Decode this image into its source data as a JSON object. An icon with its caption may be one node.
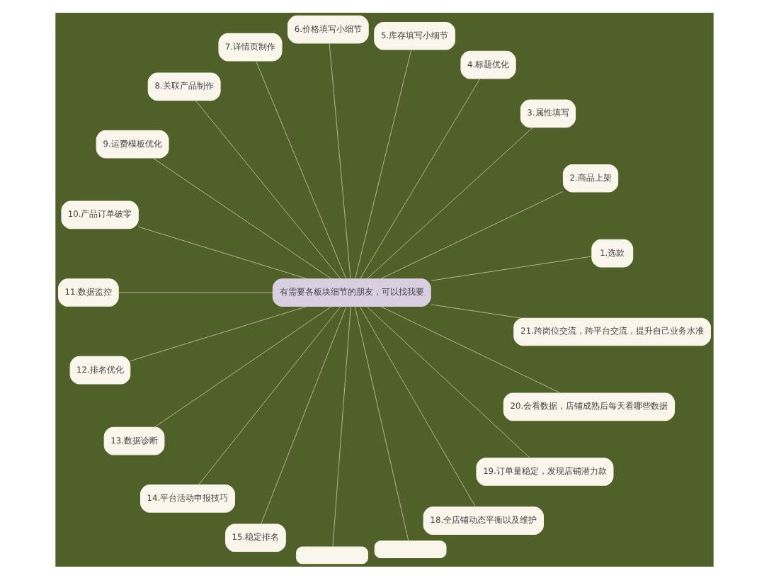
{
  "diagram": {
    "nodes": [
      {
        "text": [
          "有需要各板块细节的朋友，可以找我要"
        ]
      },
      {
        "text": [
          "1.选款"
        ]
      },
      {
        "text": [
          "2.商品上架"
        ]
      },
      {
        "text": [
          "3.属性填写"
        ]
      },
      {
        "text": [
          "4.标题优化"
        ]
      },
      {
        "text": [
          "5.库存填写小细节"
        ]
      },
      {
        "text": [
          "6.价格填写小细节"
        ]
      },
      {
        "text": [
          "7.详情页制作"
        ]
      },
      {
        "text": [
          "8.关联产品制作"
        ]
      },
      {
        "text": [
          "9.运费模板优化"
        ]
      },
      {
        "text": [
          "10.产品订单破零"
        ]
      },
      {
        "text": [
          "11.数据监控"
        ]
      },
      {
        "text": [
          "12.排名优化"
        ]
      },
      {
        "text": [
          "13.数据诊断"
        ]
      },
      {
        "text": [
          "14.平台活动申报技巧"
        ]
      },
      {
        "text": [
          "15.稳定排名"
        ]
      },
      {
        "text": [],
        "shape": "box"
      },
      {
        "text": [],
        "shape": "box"
      },
      {
        "text": [
          "18.全店铺动态平衡以及维护"
        ]
      },
      {
        "text": [
          "19.订单量稳定，发现店铺潜力款"
        ]
      },
      {
        "text": [
          "20.会看数据，店铺成熟后每天看哪些数据"
        ]
      },
      {
        "text": [
          "21.跨岗位交流，跨平台交流，提升自己业务水准"
        ]
      }
    ],
    "edges": [
      {
        "from": 0,
        "to": 1,
        "arrow": "none"
      },
      {
        "from": 0,
        "to": 2,
        "arrow": "none"
      },
      {
        "from": 0,
        "to": 3,
        "arrow": "none"
      },
      {
        "from": 0,
        "to": 4,
        "arrow": "none"
      },
      {
        "from": 0,
        "to": 5,
        "arrow": "none"
      },
      {
        "from": 0,
        "to": 6,
        "arrow": "none"
      },
      {
        "from": 0,
        "to": 7,
        "arrow": "none"
      },
      {
        "from": 0,
        "to": 8,
        "arrow": "none"
      },
      {
        "from": 0,
        "to": 9,
        "arrow": "none"
      },
      {
        "from": 0,
        "to": 10,
        "arrow": "none"
      },
      {
        "from": 0,
        "to": 11,
        "arrow": "none"
      },
      {
        "from": 0,
        "to": 12,
        "arrow": "none"
      },
      {
        "from": 0,
        "to": 13,
        "arrow": "none"
      },
      {
        "from": 0,
        "to": 14,
        "arrow": "none"
      },
      {
        "from": 0,
        "to": 15,
        "arrow": "none"
      },
      {
        "from": 0,
        "to": 16,
        "arrow": "none"
      },
      {
        "from": 0,
        "to": 17,
        "arrow": "none"
      },
      {
        "from": 0,
        "to": 18,
        "arrow": "none"
      },
      {
        "from": 0,
        "to": 19,
        "arrow": "none"
      },
      {
        "from": 0,
        "to": 20,
        "arrow": "none"
      },
      {
        "from": 0,
        "to": 21,
        "arrow": "none"
      }
    ]
  }
}
